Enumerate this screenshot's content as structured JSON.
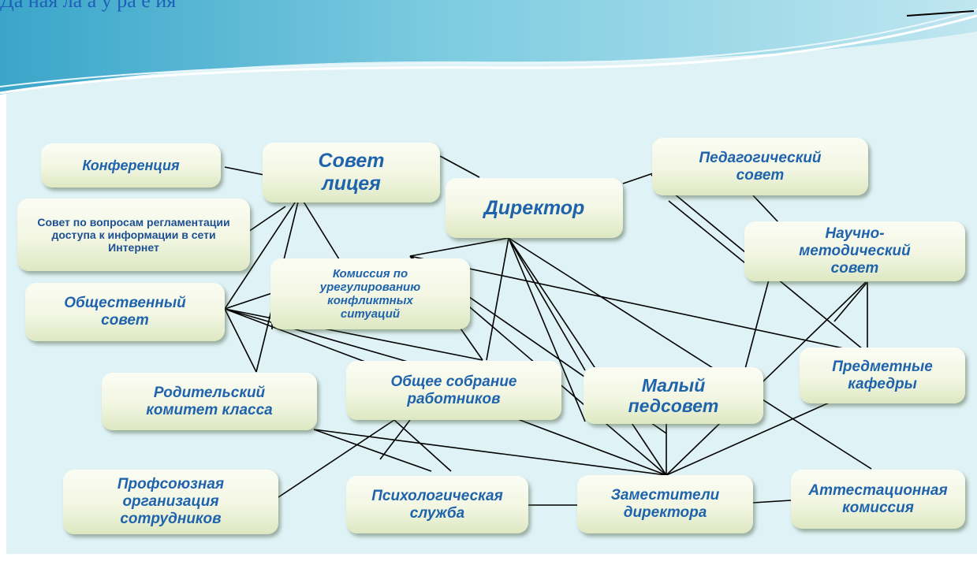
{
  "header": {
    "title": "Да  ная  ла  а  у  ра  е  ия"
  },
  "nodes": {
    "konferentsiya": "Конференция",
    "sovet_litseya": "Совет лицея",
    "direktor": "Директор",
    "pedagogicheskiy_sovet": "Педагогический совет",
    "sovet_internet": "Совет по вопросам регламентации доступа к информации в сети Интернет",
    "nauchno_metodicheskiy_sovet": "Научно-методический совет",
    "komissiya_konflikt": "Комиссия по урегулированию конфликтных ситуаций",
    "obshchestvennyy_sovet": "Общественный совет",
    "predmetnye_kafedry": "Предметные кафедры",
    "roditelskiy_komitet": "Родительский комитет класса",
    "obshchee_sobranie": "Общее собрание работников",
    "malyy_pedsovet": "Малый педсовет",
    "profsoyuznaya_organizatsiya": "Профсоюзная организация сотрудников",
    "psikhologicheskaya_sluzhba": "Психологическая служба",
    "zamestiteli_direktora": "Заместители директора",
    "attestatsionnaya_komissiya": "Аттестационная комиссия"
  },
  "colors": {
    "node_text": "#1f63ad",
    "background": "#dff2f6",
    "connector": "#000000"
  }
}
